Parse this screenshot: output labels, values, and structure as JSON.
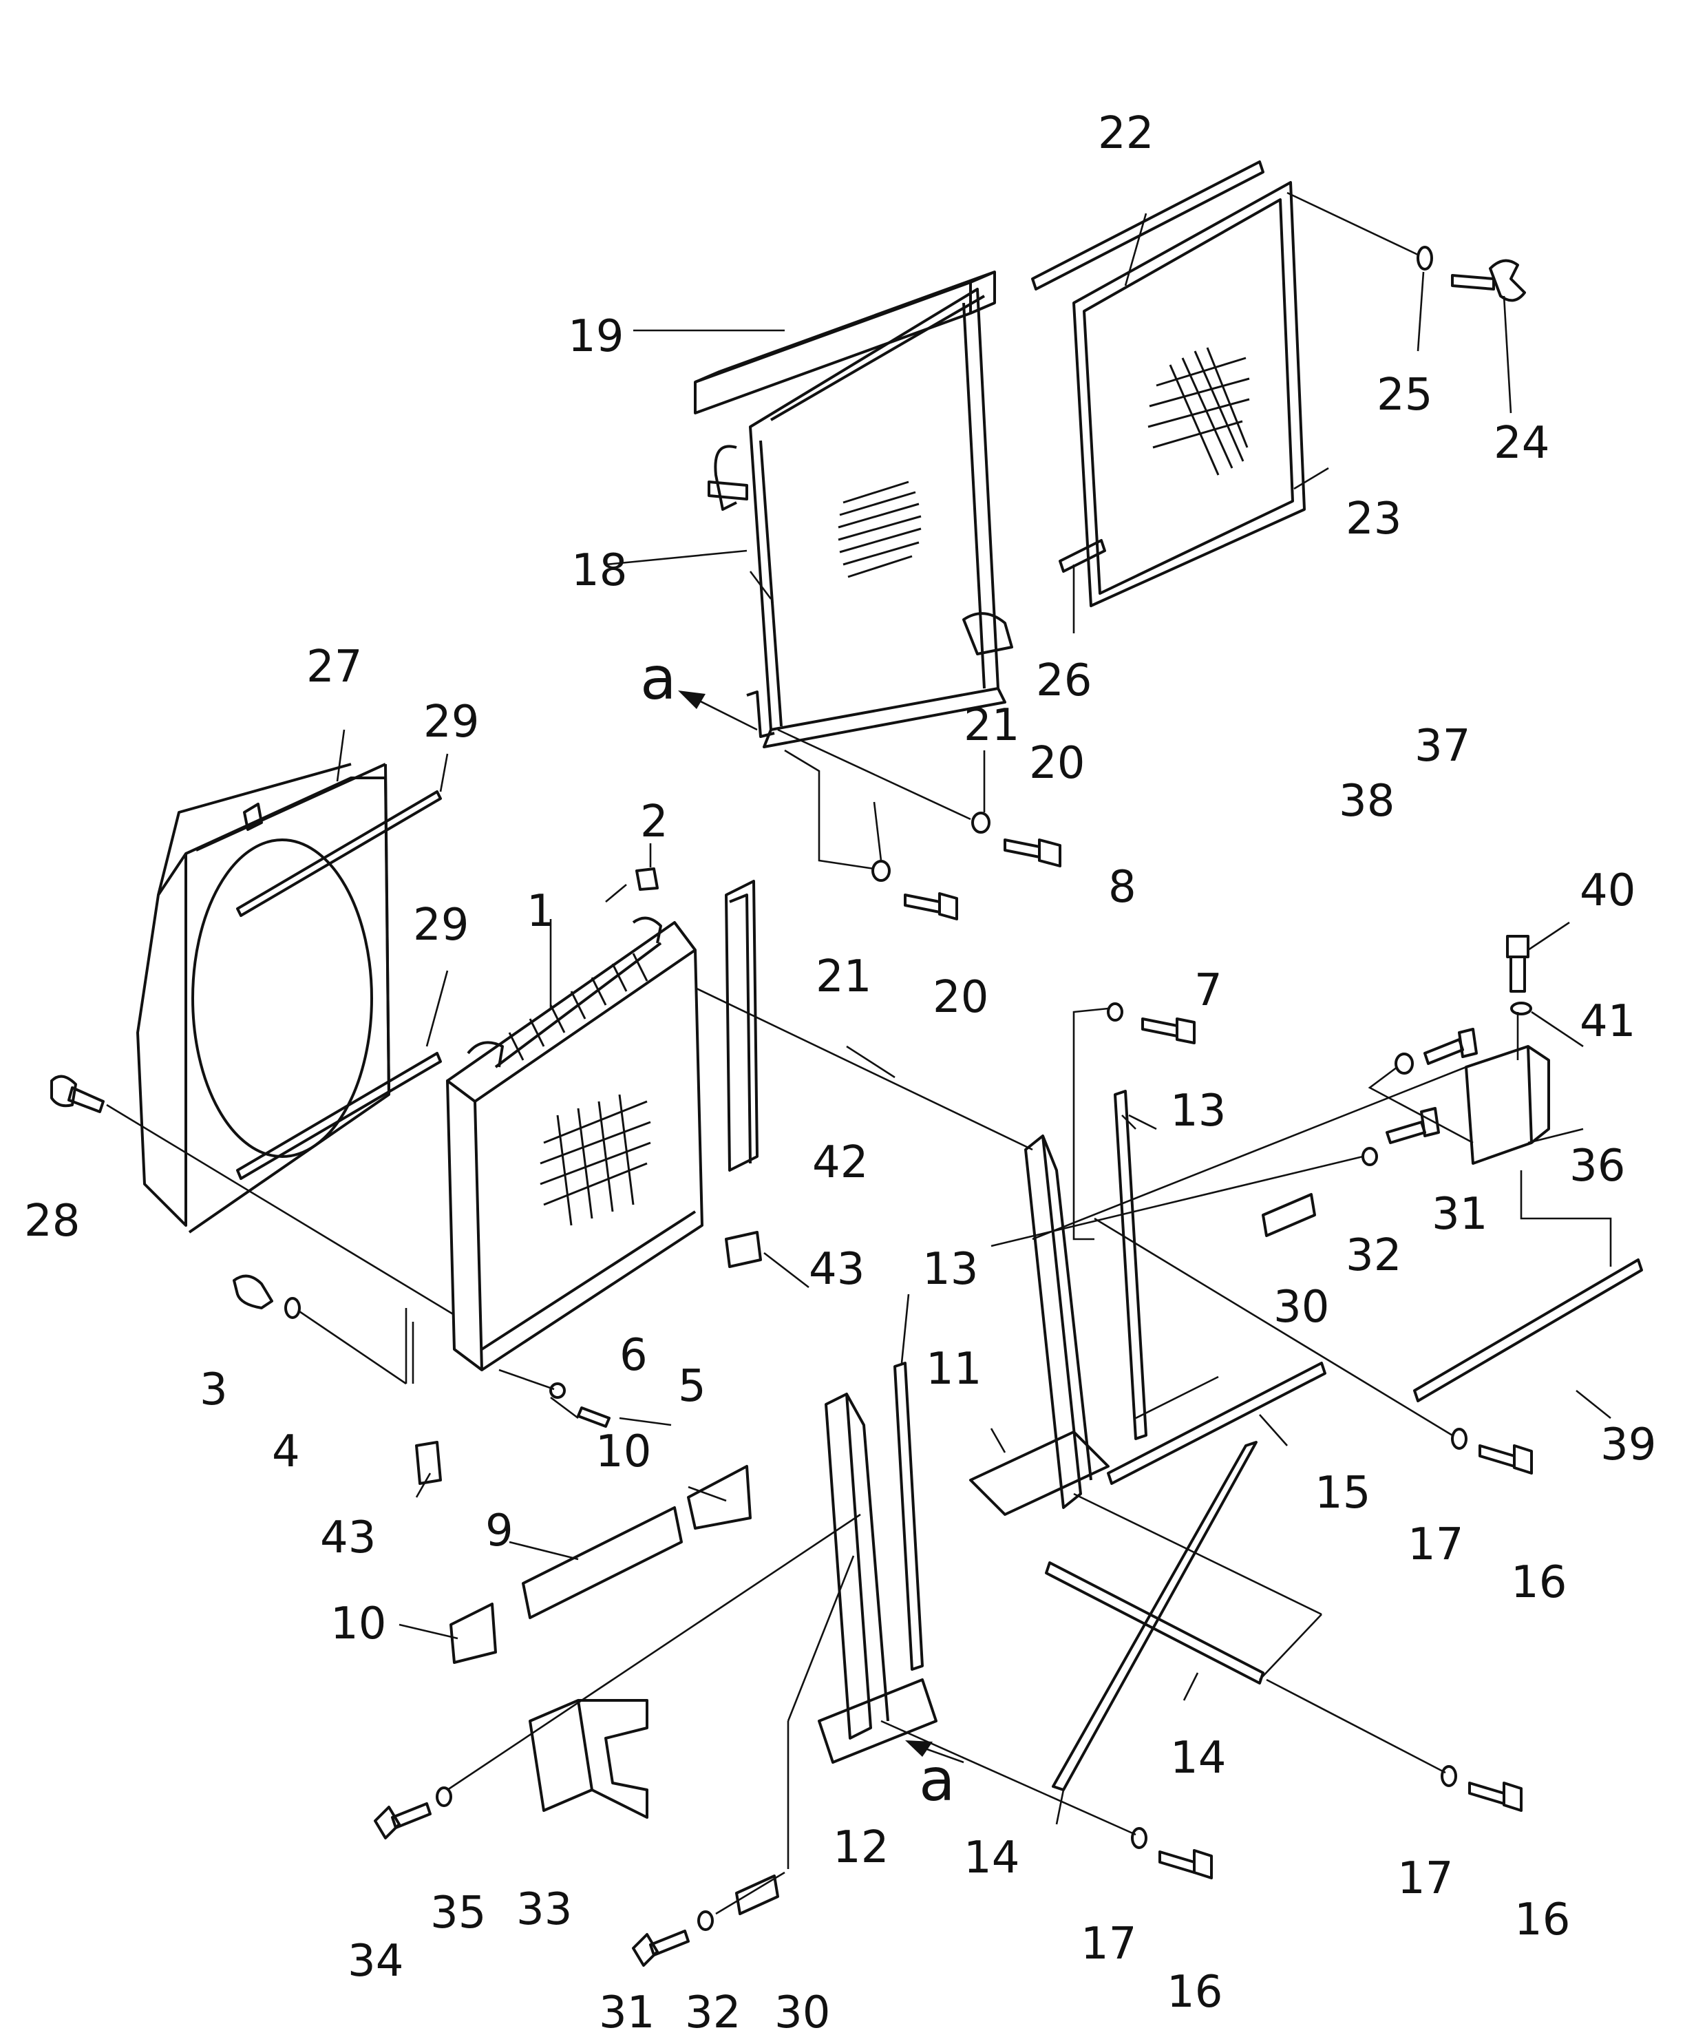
{
  "diagram": {
    "callouts": [
      {
        "id": "c1",
        "label": "1"
      },
      {
        "id": "c2",
        "label": "2"
      },
      {
        "id": "c3",
        "label": "3"
      },
      {
        "id": "c4",
        "label": "4"
      },
      {
        "id": "c5",
        "label": "5"
      },
      {
        "id": "c6",
        "label": "6"
      },
      {
        "id": "c7",
        "label": "7"
      },
      {
        "id": "c8",
        "label": "8"
      },
      {
        "id": "c9",
        "label": "9"
      },
      {
        "id": "c10a",
        "label": "10"
      },
      {
        "id": "c10b",
        "label": "10"
      },
      {
        "id": "c11",
        "label": "11"
      },
      {
        "id": "c12",
        "label": "12"
      },
      {
        "id": "c13a",
        "label": "13"
      },
      {
        "id": "c13b",
        "label": "13"
      },
      {
        "id": "c14a",
        "label": "14"
      },
      {
        "id": "c14b",
        "label": "14"
      },
      {
        "id": "c15",
        "label": "15"
      },
      {
        "id": "c16a",
        "label": "16"
      },
      {
        "id": "c16b",
        "label": "16"
      },
      {
        "id": "c16c",
        "label": "16"
      },
      {
        "id": "c17a",
        "label": "17"
      },
      {
        "id": "c17b",
        "label": "17"
      },
      {
        "id": "c17c",
        "label": "17"
      },
      {
        "id": "c18",
        "label": "18"
      },
      {
        "id": "c19",
        "label": "19"
      },
      {
        "id": "c20a",
        "label": "20"
      },
      {
        "id": "c20b",
        "label": "20"
      },
      {
        "id": "c21a",
        "label": "21"
      },
      {
        "id": "c21b",
        "label": "21"
      },
      {
        "id": "c22",
        "label": "22"
      },
      {
        "id": "c23",
        "label": "23"
      },
      {
        "id": "c24",
        "label": "24"
      },
      {
        "id": "c25",
        "label": "25"
      },
      {
        "id": "c26",
        "label": "26"
      },
      {
        "id": "c27",
        "label": "27"
      },
      {
        "id": "c28",
        "label": "28"
      },
      {
        "id": "c29a",
        "label": "29"
      },
      {
        "id": "c29b",
        "label": "29"
      },
      {
        "id": "c30a",
        "label": "30"
      },
      {
        "id": "c30b",
        "label": "30"
      },
      {
        "id": "c31a",
        "label": "31"
      },
      {
        "id": "c31b",
        "label": "31"
      },
      {
        "id": "c32a",
        "label": "32"
      },
      {
        "id": "c32b",
        "label": "32"
      },
      {
        "id": "c33",
        "label": "33"
      },
      {
        "id": "c34",
        "label": "34"
      },
      {
        "id": "c35",
        "label": "35"
      },
      {
        "id": "c36",
        "label": "36"
      },
      {
        "id": "c37",
        "label": "37"
      },
      {
        "id": "c38",
        "label": "38"
      },
      {
        "id": "c39",
        "label": "39"
      },
      {
        "id": "c40",
        "label": "40"
      },
      {
        "id": "c41",
        "label": "41"
      },
      {
        "id": "c42",
        "label": "42"
      },
      {
        "id": "c43a",
        "label": "43"
      },
      {
        "id": "c43b",
        "label": "43"
      }
    ],
    "view_markers": [
      {
        "id": "va_top",
        "label": "a"
      },
      {
        "id": "va_bottom",
        "label": "a"
      }
    ]
  }
}
